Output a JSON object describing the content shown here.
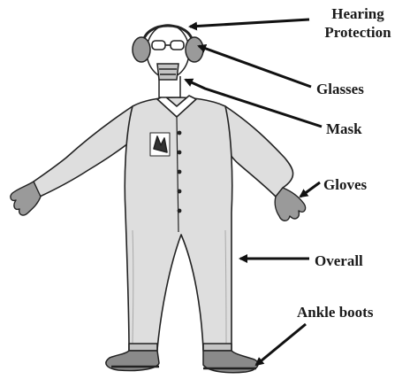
{
  "labels": {
    "hearing_line1": "Hearing",
    "hearing_line2": "Protection",
    "glasses": "Glasses",
    "mask": "Mask",
    "gloves": "Gloves",
    "overall": "Overall",
    "ankle_boots": "Ankle boots"
  },
  "colors": {
    "outline": "#222222",
    "suit_fill": "#dedede",
    "suit_shade": "#c4c4c4",
    "glove_fill": "#9a9a9a",
    "boot_fill": "#8a8a8a",
    "muff_fill": "#9a9a9a",
    "arrow": "#111111",
    "label_text": "#1a1a1a"
  }
}
